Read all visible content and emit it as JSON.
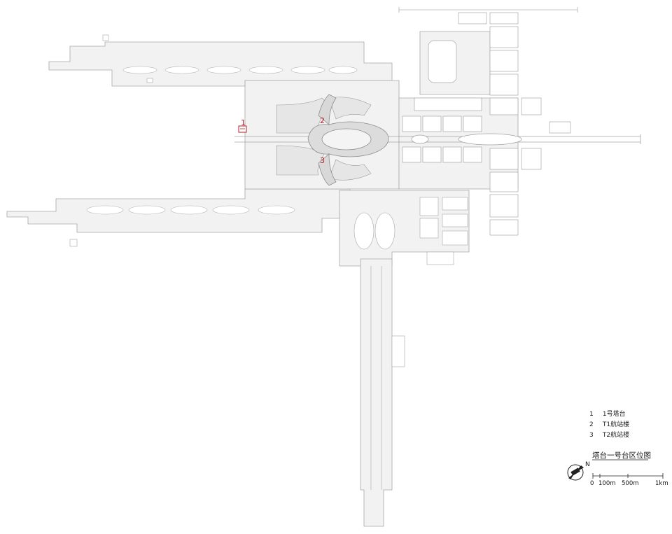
{
  "plan_callouts": [
    {
      "number": "1",
      "color": "#b3202a"
    },
    {
      "number": "2",
      "color": "#b3202a"
    },
    {
      "number": "3",
      "color": "#b3202a"
    }
  ],
  "legend": {
    "items": [
      {
        "number": "1",
        "label": "1号塔台"
      },
      {
        "number": "2",
        "label": "T1航站楼"
      },
      {
        "number": "3",
        "label": "T2航站楼"
      }
    ]
  },
  "map_title": "塔台一号台区位图",
  "north_arrow": {
    "letter": "N"
  },
  "scale_bar": {
    "ticks": [
      "0",
      "100m",
      "500m",
      "1km"
    ]
  },
  "colors": {
    "line": "#9a9a9a",
    "fill": "#ededed",
    "accent": "#b3202a"
  }
}
